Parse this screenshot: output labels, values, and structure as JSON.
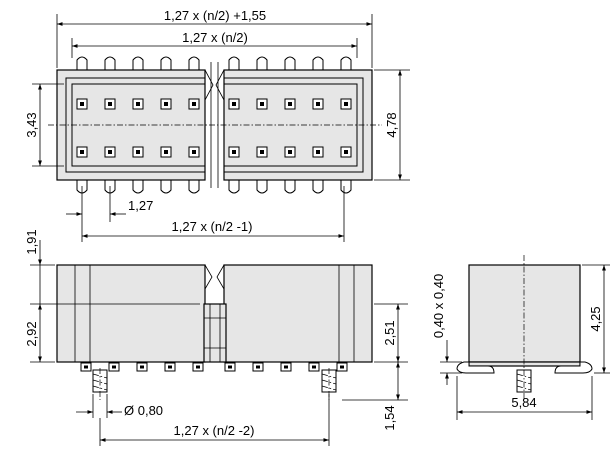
{
  "labels": {
    "top_overall": "1,27 x (n/2) +1,55",
    "top_pitch_span": "1,27 x (n/2)",
    "inner_height": "3,43",
    "outer_height": "4,78",
    "pitch": "1,27",
    "bottom_span": "1,27 x (n/2 -1)",
    "side_top": "1,91",
    "side_body": "2,92",
    "side_right": "2,51",
    "pin_diameter": "Ø 0,80",
    "pin_length": "1,54",
    "side_span": "1,27 x (n/2 -2)",
    "end_pin_size": "0,40 x 0,40",
    "end_height": "4,25",
    "end_width": "5,84"
  }
}
